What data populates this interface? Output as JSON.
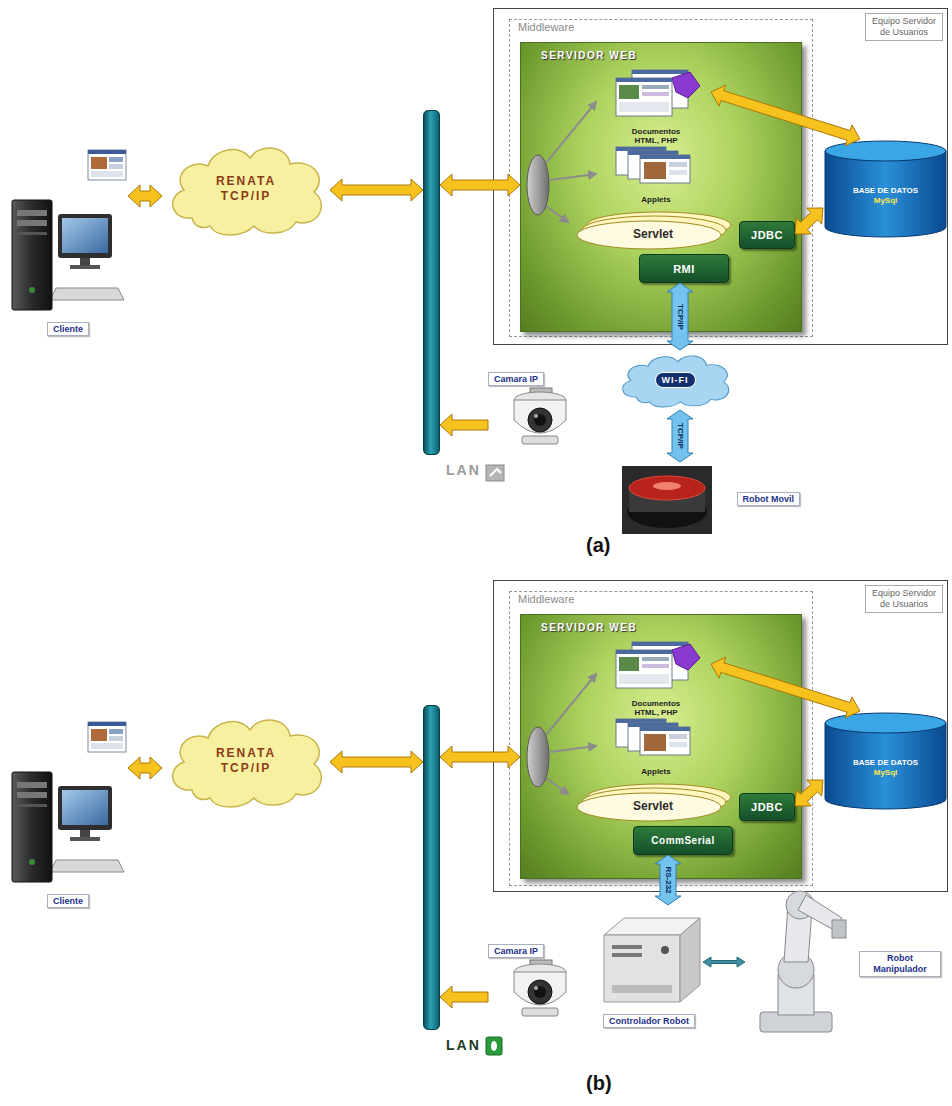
{
  "diagram": {
    "nodes": [
      {
        "text": [
          "Cliente"
        ]
      },
      {
        "text": [
          "RENATA TCP/IP"
        ]
      },
      {
        "text": [
          "LAN"
        ]
      },
      {
        "text": [
          "Equipo Servidor de Usuarios"
        ]
      },
      {
        "text": [
          "Middleware"
        ],
        "in": 3
      },
      {
        "text": [
          "SERVIDOR WEB"
        ],
        "in": 4
      },
      {
        "text": [
          "Documentos HTML, PHP"
        ],
        "in": 5
      },
      {
        "text": [
          "Applets"
        ],
        "in": 5
      },
      {
        "text": [
          "Servlet"
        ],
        "in": 5
      },
      {
        "text": [
          "JDBC"
        ],
        "in": 5
      },
      {
        "text": [
          "RMI"
        ],
        "in": 5
      },
      {
        "text": [
          "BASE DE DATOS",
          "MySql"
        ],
        "in": 3
      },
      {
        "text": [
          "Camara IP"
        ]
      },
      {
        "text": [
          "WI-FI"
        ]
      },
      {
        "text": [
          "Robot Movil"
        ]
      },
      {
        "text": [
          "Cliente"
        ]
      },
      {
        "text": [
          "RENATA TCP/IP"
        ]
      },
      {
        "text": [
          "LAN"
        ]
      },
      {
        "text": [
          "Equipo Servidor de Usuarios"
        ]
      },
      {
        "text": [
          "Middleware"
        ],
        "in": 18
      },
      {
        "text": [
          "SERVIDOR WEB"
        ],
        "in": 19
      },
      {
        "text": [
          "Documentos HTML, PHP"
        ],
        "in": 20
      },
      {
        "text": [
          "Applets"
        ],
        "in": 20
      },
      {
        "text": [
          "Servlet"
        ],
        "in": 20
      },
      {
        "text": [
          "JDBC"
        ],
        "in": 20
      },
      {
        "text": [
          "CommSerial"
        ],
        "in": 20
      },
      {
        "text": [
          "BASE DE DATOS",
          "MySql"
        ],
        "in": 18
      },
      {
        "text": [
          "Camara IP"
        ]
      },
      {
        "text": [
          "Controlador Robot"
        ]
      },
      {
        "text": [
          "Robot Manipulador"
        ]
      }
    ],
    "edges": [
      {
        "from": 0,
        "to": 1,
        "arrow": "both"
      },
      {
        "from": 1,
        "to": 2,
        "arrow": "both"
      },
      {
        "from": 2,
        "to": 5,
        "arrow": "both"
      },
      {
        "from": 6,
        "to": 11,
        "arrow": "both"
      },
      {
        "from": 9,
        "to": 11,
        "arrow": "both"
      },
      {
        "from": 12,
        "to": 2,
        "arrow": "to"
      },
      {
        "from": 10,
        "to": 13,
        "label": "TCP/IP",
        "arrow": "both"
      },
      {
        "from": 13,
        "to": 14,
        "label": "TCP/IP",
        "arrow": "both"
      },
      {
        "from": 15,
        "to": 16,
        "arrow": "both"
      },
      {
        "from": 16,
        "to": 17,
        "arrow": "both"
      },
      {
        "from": 17,
        "to": 20,
        "arrow": "both"
      },
      {
        "from": 21,
        "to": 26,
        "arrow": "both"
      },
      {
        "from": 24,
        "to": 26,
        "arrow": "both"
      },
      {
        "from": 27,
        "to": 17,
        "arrow": "to"
      },
      {
        "from": 25,
        "to": 28,
        "label": "RS-232",
        "arrow": "both"
      },
      {
        "from": 28,
        "to": 29,
        "arrow": "both"
      }
    ],
    "labels": [
      "(a)",
      "(b)"
    ]
  }
}
